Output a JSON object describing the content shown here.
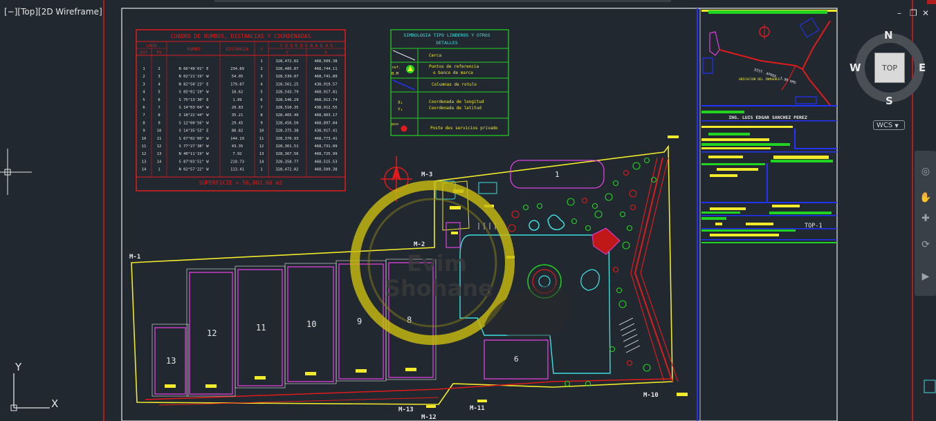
{
  "viewport": {
    "label": "[−][Top][2D Wireframe]"
  },
  "viewcube": {
    "north": "N",
    "south": "S",
    "east": "E",
    "west": "W",
    "face": "TOP",
    "ucs_menu": "WCS"
  },
  "ucs_icon": {
    "y": "Y",
    "x": "X"
  },
  "window_controls": {
    "minimize": "–",
    "restore": "❐",
    "close": "✕"
  },
  "coord_table": {
    "title": "CUADRO DE RUMBOS, DISTANCIAS Y COORDENADAS",
    "h_lado": "LADO",
    "h_est": "EST",
    "h_pv": "PV",
    "h_rumbo": "RUMBO",
    "h_distancia": "DISTANCIA",
    "h_v": "V",
    "h_coord": "C O O R D E N A D A S",
    "h_y": "Y",
    "h_x": "X",
    "first_row": {
      "v": "1",
      "y": "328,472.02",
      "x": "468,509.38"
    },
    "rows": [
      {
        "est": "1",
        "pv": "2",
        "rumbo": "N 66°49'01\" E",
        "dist": "234.89",
        "v": "2",
        "y": "328,485.07",
        "x": "468,744.11"
      },
      {
        "est": "2",
        "pv": "3",
        "rumbo": "N 02°21'19\" W",
        "dist": "54.05",
        "v": "3",
        "y": "328,539.07",
        "x": "468,741.89"
      },
      {
        "est": "3",
        "pv": "4",
        "rumbo": "N 82°50'23\" E",
        "dist": "179.87",
        "v": "4",
        "y": "328,561.25",
        "x": "438,919.57"
      },
      {
        "est": "4",
        "pv": "5",
        "rumbo": "S 05°01'19\" W",
        "dist": "18.62",
        "v": "5",
        "y": "328,543.79",
        "x": "468,917.81"
      },
      {
        "est": "5",
        "pv": "6",
        "rumbo": "S 75°13'30\" E",
        "dist": "1.99",
        "v": "6",
        "y": "328,546.29",
        "x": "468,913.74"
      },
      {
        "est": "6",
        "pv": "7",
        "rumbo": "S 14°03'04\" W",
        "dist": "29.83",
        "v": "7",
        "y": "328,510.35",
        "x": "438,912.55"
      },
      {
        "est": "7",
        "pv": "8",
        "rumbo": "S 18°22'44\" W",
        "dist": "35.21",
        "v": "8",
        "y": "328,465.40",
        "x": "468,903.17"
      },
      {
        "est": "8",
        "pv": "9",
        "rumbo": "S 12°00'56\" W",
        "dist": "29.45",
        "v": "9",
        "y": "328,456.50",
        "x": "468,897.04"
      },
      {
        "est": "9",
        "pv": "10",
        "rumbo": "S 14°35'53\" E",
        "dist": "80.82",
        "v": "10",
        "y": "328,375.38",
        "x": "438,917.41"
      },
      {
        "est": "10",
        "pv": "11",
        "rumbo": "S 67°02'06\" W",
        "dist": "144.19",
        "v": "11",
        "y": "328,370.93",
        "x": "468,773.41"
      },
      {
        "est": "11",
        "pv": "12",
        "rumbo": "S 77°27'38\" W",
        "dist": "43.35",
        "v": "12",
        "y": "328,361.51",
        "x": "468,731.09"
      },
      {
        "est": "12",
        "pv": "13",
        "rumbo": "N 40°11'19\" W",
        "dist": "7.92",
        "v": "13",
        "y": "328,367.56",
        "x": "468,725.99"
      },
      {
        "est": "13",
        "pv": "14",
        "rumbo": "S 87°03'51\" W",
        "dist": "210.73",
        "v": "14",
        "y": "328,358.77",
        "x": "468,515.53"
      },
      {
        "est": "14",
        "pv": "1",
        "rumbo": "N 02°57'22\" W",
        "dist": "113.41",
        "v": "1",
        "y": "328,472.02",
        "x": "468,509.38"
      }
    ],
    "surface": "SUPERFICIE = 56,002.66 m2"
  },
  "legend": {
    "title_1": "SIMBOLOGIA TIPO LINDEROS Y OTROS",
    "title_2": "DETALLES",
    "cerca": "Cerca",
    "ref": "ref.",
    "bm": "B.M",
    "puntos_1": "Puntos de referencia",
    "puntos_2": "o banco de marca",
    "columnas": "Columnas de rotulo",
    "xs": "X₁",
    "ys": "Y₁",
    "coord_1": "Coordenada de longitud",
    "coord_2": "Coordenada de latitud",
    "pso": "pso",
    "poste": "Poste des servicios privado"
  },
  "plan": {
    "markers": [
      "M-1",
      "M-2",
      "M-3",
      "M-10",
      "M-11",
      "M-12",
      "M-13"
    ],
    "lots": [
      "1",
      "6",
      "8",
      "9",
      "10",
      "11",
      "12",
      "13"
    ]
  },
  "title_block": {
    "location_road": "DIST. APROX. 1.90 KMS",
    "location_site": "UBICACION DEL INMUEBLE",
    "engineer": "ING. LUIS EDGAR SANCHEZ PEREZ",
    "sheet": "TOP-1"
  },
  "watermark": {
    "line1": "Evim",
    "line2": "Shohane"
  },
  "colors": {
    "background": "#212830",
    "drawing_yellow": "#f2ea2a",
    "drawing_red": "#e11b1b",
    "magenta": "#e042e0",
    "cyan": "#3fe0e0",
    "green": "#22d422",
    "blue": "#2233ff"
  }
}
